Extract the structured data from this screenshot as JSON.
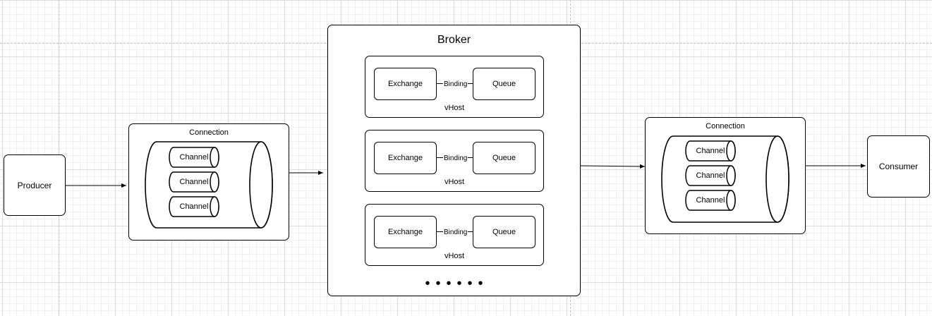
{
  "producer": {
    "label": "Producer"
  },
  "consumer": {
    "label": "Consumer"
  },
  "producer_connection": {
    "title": "Connection",
    "channels": [
      "Channel",
      "Channel",
      "Channel"
    ]
  },
  "consumer_connection": {
    "title": "Connection",
    "channels": [
      "Channel",
      "Channel",
      "Channel"
    ]
  },
  "broker": {
    "title": "Broker",
    "vhosts": [
      {
        "exchange": "Exchange",
        "binding": "Binding",
        "queue": "Queue",
        "label": "vHost"
      },
      {
        "exchange": "Exchange",
        "binding": "Binding",
        "queue": "Queue",
        "label": "vHost"
      },
      {
        "exchange": "Exchange",
        "binding": "Binding",
        "queue": "Queue",
        "label": "vHost"
      }
    ],
    "ellipsis": "••••••"
  },
  "colors": {
    "stroke": "#000000",
    "fill": "#ffffff",
    "grid": "#dcdcdc"
  }
}
